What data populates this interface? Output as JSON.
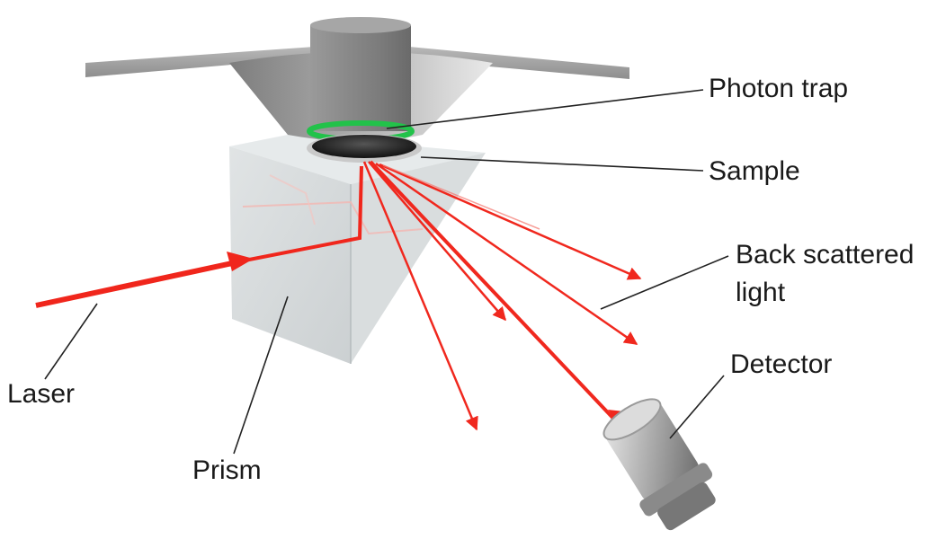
{
  "labels": {
    "photon_trap": "Photon trap",
    "sample": "Sample",
    "back_scattered_line1": "Back scattered",
    "back_scattered_line2": "light",
    "detector": "Detector",
    "laser": "Laser",
    "prism": "Prism"
  },
  "colors": {
    "laser": "#f0261c",
    "scatter": "#f0281e",
    "photon_trap_ring": "#22c24a",
    "metal": "#8c8c8c",
    "prism": "#d2d8da"
  }
}
